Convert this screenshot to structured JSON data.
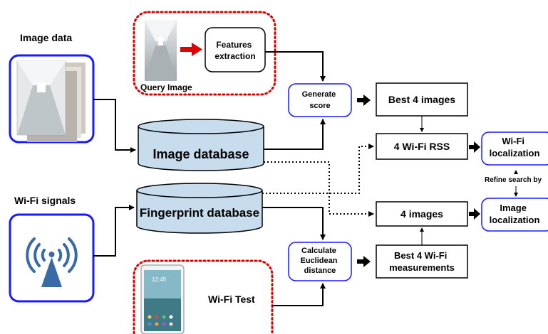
{
  "labels": {
    "image_data": "Image data",
    "wifi_signals": "Wi-Fi signals",
    "query_image": "Query Image",
    "features_extraction": [
      "Features",
      "extraction"
    ],
    "generate_score": [
      "Generate",
      "score"
    ],
    "best4_images": "Best 4 images",
    "wifi_rss": "4 Wi-Fi RSS",
    "wifi_localization": [
      "Wi-Fi",
      "localization"
    ],
    "refine_search": "Refine search by",
    "image_localization": [
      "Image",
      "localization"
    ],
    "four_images": "4 images",
    "image_database": "Image database",
    "fingerprint_database": "Fingerprint database",
    "calculate_distance": [
      "Calculate",
      "Euclidean",
      "distance"
    ],
    "best4_wifi": [
      "Best 4 Wi-Fi",
      "measurements"
    ],
    "wifi_test": "Wi-Fi Test"
  },
  "tablet_screen_time": "12:45",
  "colors": {
    "blue": "#1a1aff",
    "red_dotted": "#e00000",
    "arrow_red": "#e00000",
    "cylinder_fill": "#c7dced",
    "wifi_icon": "#3a6aa6"
  }
}
